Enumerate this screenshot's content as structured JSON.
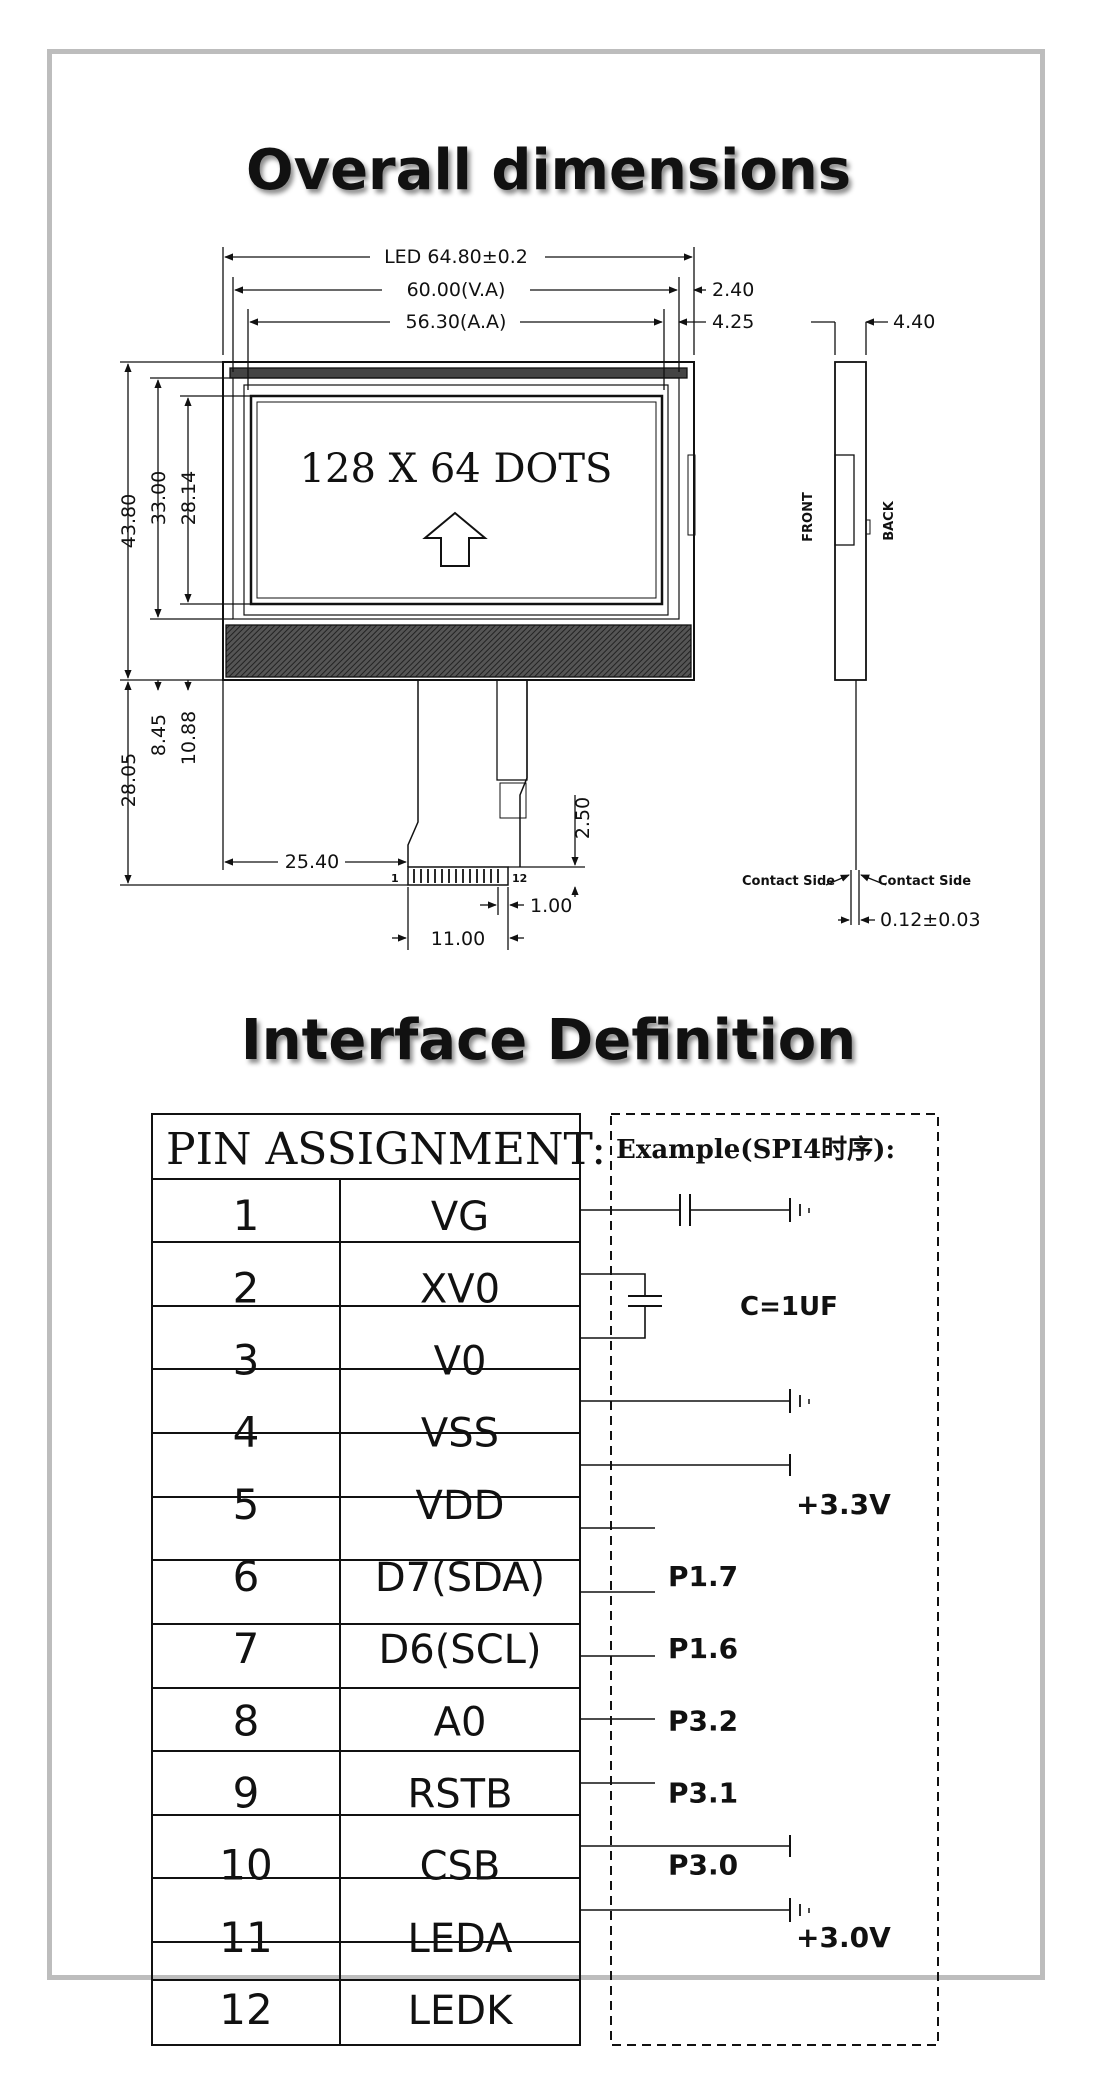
{
  "title_dimensions": "Overall dimensions",
  "title_interface": "Interface Definition",
  "dims": {
    "led": "LED 64.80±0.2",
    "va": "60.00(V.A)",
    "aa": "56.30(A.A)",
    "right1": "2.40",
    "right2": "4.25",
    "side_thick": "4.40",
    "h_total": "43.80",
    "h_va": "33.00",
    "h_aa": "28.14",
    "h_fpc": "28.05",
    "h_a": "8.45",
    "h_b": "10.88",
    "w_fpc_left": "25.40",
    "fpc_h": "2.50",
    "pitch": "1.00",
    "fpc_w": "11.00",
    "screen_text": "128 X 64 DOTS",
    "pin1": "1",
    "pin12": "12",
    "front": "FRONT",
    "back": "BACK",
    "contact_left": "Contact Side",
    "contact_right": "Contact Side",
    "fpc_thick": "0.12±0.03"
  },
  "pin_header": "PIN ASSIGNMENT:",
  "example_title": "Example(SPI4时序):",
  "cap_label": "C=1UF",
  "pins": [
    {
      "num": "1",
      "name": "VG",
      "conn": ""
    },
    {
      "num": "2",
      "name": "XV0",
      "conn": ""
    },
    {
      "num": "3",
      "name": "V0",
      "conn": ""
    },
    {
      "num": "4",
      "name": "VSS",
      "conn": ""
    },
    {
      "num": "5",
      "name": "VDD",
      "conn": "+3.3V"
    },
    {
      "num": "6",
      "name": "D7(SDA)",
      "conn": "P1.7"
    },
    {
      "num": "7",
      "name": "D6(SCL)",
      "conn": "P1.6"
    },
    {
      "num": "8",
      "name": "A0",
      "conn": "P3.2"
    },
    {
      "num": "9",
      "name": "RSTB",
      "conn": "P3.1"
    },
    {
      "num": "10",
      "name": "CSB",
      "conn": "P3.0"
    },
    {
      "num": "11",
      "name": "LEDA",
      "conn": "+3.0V"
    },
    {
      "num": "12",
      "name": "LEDK",
      "conn": ""
    }
  ]
}
